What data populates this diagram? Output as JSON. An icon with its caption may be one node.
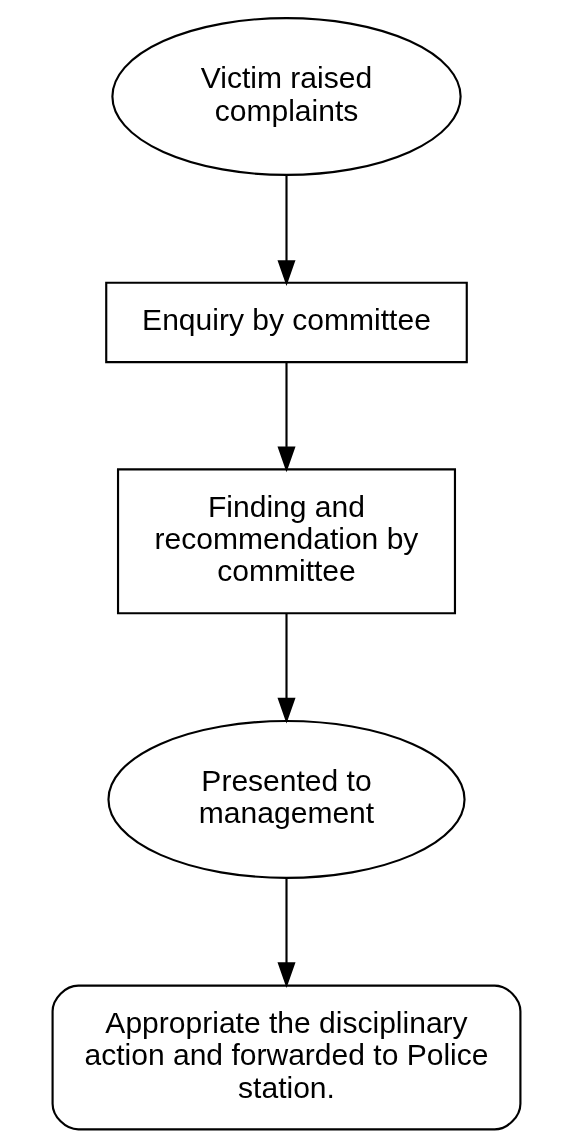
{
  "diagram": {
    "nodes": [
      {
        "text": [
          "Victim raised complaints"
        ]
      },
      {
        "text": [
          "Enquiry by committee"
        ]
      },
      {
        "text": [
          "Finding and recommendation by committee"
        ]
      },
      {
        "text": [
          "Presented to management"
        ]
      },
      {
        "text": [
          "Appropriate the disciplinary action and forwarded to Police station."
        ]
      }
    ],
    "edges": [
      {
        "from": 0,
        "to": 1,
        "arrow": "to"
      },
      {
        "from": 1,
        "to": 2,
        "arrow": "to"
      },
      {
        "from": 2,
        "to": 3,
        "arrow": "to"
      },
      {
        "from": 3,
        "to": 4,
        "arrow": "to"
      }
    ]
  }
}
